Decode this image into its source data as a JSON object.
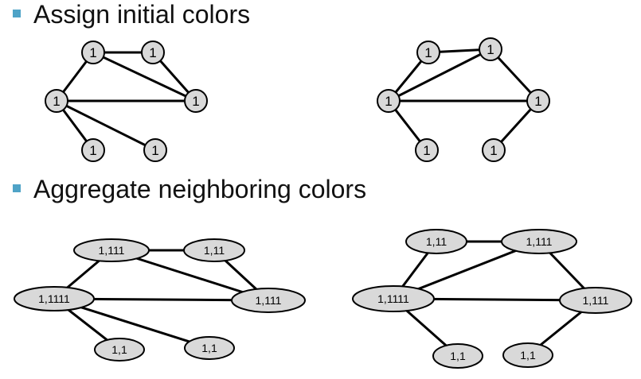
{
  "sections": [
    {
      "heading": "Assign initial colors"
    },
    {
      "heading": "Aggregate neighboring colors"
    }
  ],
  "graphs": {
    "initial_left": {
      "labels": [
        "1",
        "1",
        "1",
        "1",
        "1",
        "1"
      ]
    },
    "initial_right": {
      "labels": [
        "1",
        "1",
        "1",
        "1",
        "1",
        "1"
      ]
    },
    "aggregate_left": {
      "labels": [
        "1,111",
        "1,11",
        "1,1111",
        "1,111",
        "1,1",
        "1,1"
      ]
    },
    "aggregate_right": {
      "labels": [
        "1,11",
        "1,111",
        "1,1111",
        "1,111",
        "1,1",
        "1,1"
      ]
    }
  },
  "colors": {
    "bullet": "#4fa3c7",
    "node_fill": "#d9d9d9",
    "stroke": "#000000"
  }
}
